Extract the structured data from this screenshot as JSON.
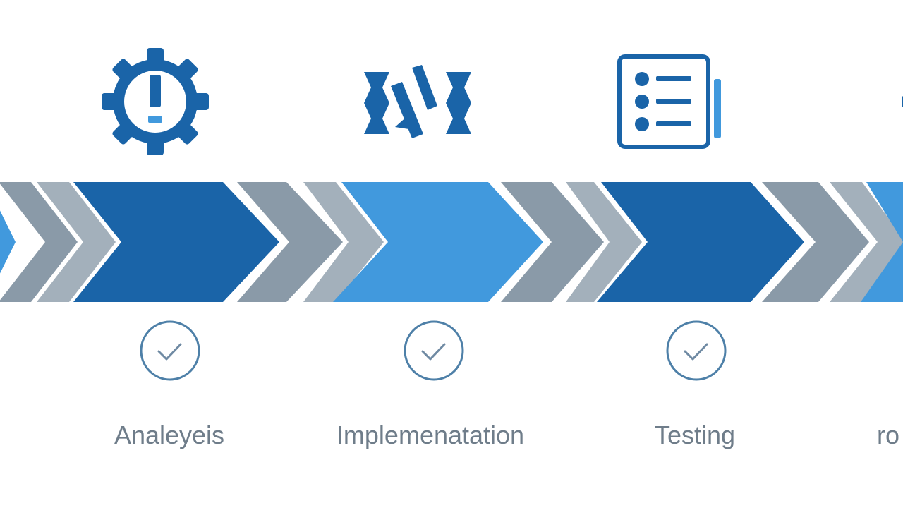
{
  "colors": {
    "dark_blue": "#1a64a8",
    "light_blue": "#4199dd",
    "gray": "#8a9aa8",
    "gray_light": "#a3b0bb",
    "check_ring": "#4e80a8",
    "label_text": "#6f7d8a"
  },
  "stages": [
    {
      "label": "Analeyeis",
      "icon": "gear-exclamation-icon",
      "status": "complete"
    },
    {
      "label": "Implemenatation",
      "icon": "code-glyph-icon",
      "status": "complete"
    },
    {
      "label": "Testing",
      "icon": "checklist-document-icon",
      "status": "complete"
    },
    {
      "label": "ro",
      "icon": "partial-icon",
      "status": "partial"
    }
  ]
}
